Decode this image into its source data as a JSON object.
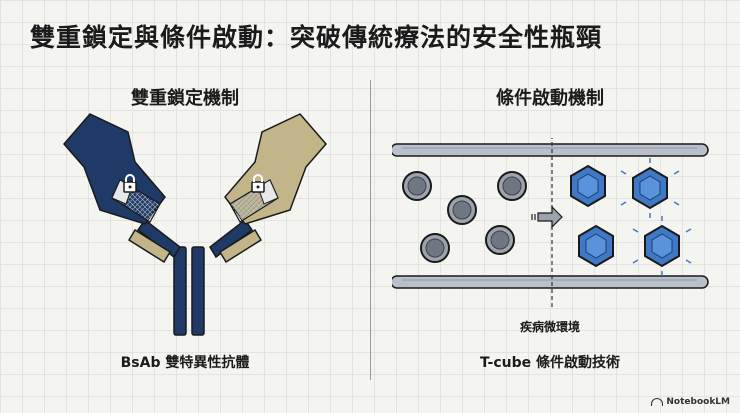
{
  "title": "雙重鎖定與條件啟動：突破傳統療法的安全性瓶頸",
  "left": {
    "heading": "雙重鎖定機制",
    "caption": "BsAb 雙特異性抗體",
    "icons": [
      "lock-icon",
      "lock-icon"
    ]
  },
  "right": {
    "heading": "條件啟動機制",
    "caption": "T-cube 條件啟動技術",
    "environment_label": "疾病微環境"
  },
  "branding": "NotebookLM",
  "colors": {
    "navy": "#1f3a66",
    "tan": "#c2b589",
    "blue": "#3f78c4",
    "gray": "#9ca3ad"
  }
}
